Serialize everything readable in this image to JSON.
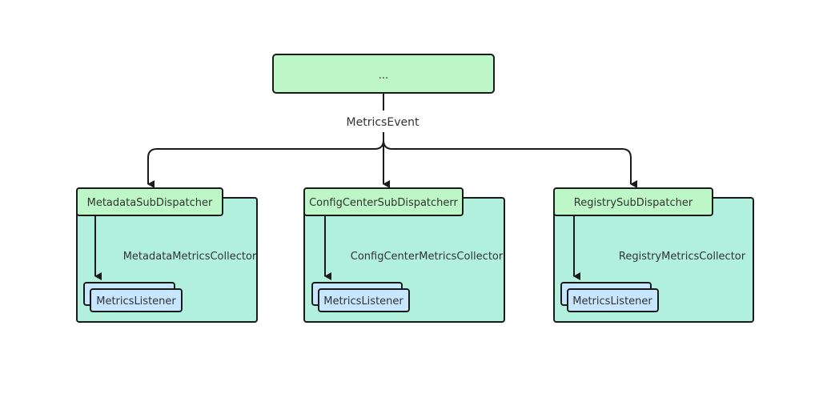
{
  "diagram": {
    "top_node": {
      "label": "..."
    },
    "event_label": "MetricsEvent",
    "branches": [
      {
        "dispatcher": "MetadataSubDispatcher",
        "collector": "MetadataMetricsCollector",
        "listener": "MetricsListener"
      },
      {
        "dispatcher": "ConfigCenterSubDispatcherr",
        "collector": "ConfigCenterMetricsCollector",
        "listener": "MetricsListener"
      },
      {
        "dispatcher": "RegistrySubDispatcher",
        "collector": "RegistryMetricsCollector",
        "listener": "MetricsListener"
      }
    ],
    "colors": {
      "node_fill": "#bdf7c8",
      "collector_fill": "#b2f0de",
      "listener_fill": "#c7e6ff",
      "stroke": "#1a1a1a"
    }
  }
}
